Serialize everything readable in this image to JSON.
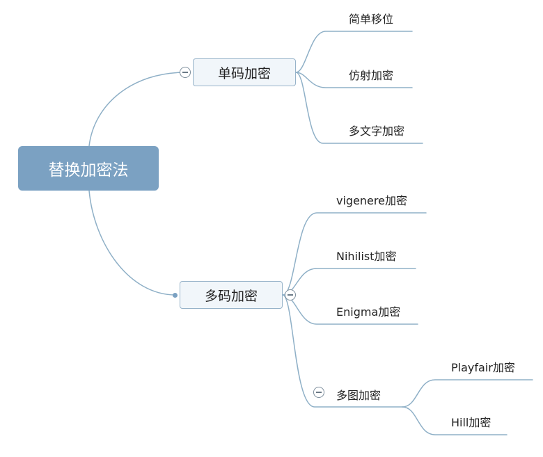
{
  "root": {
    "label": "替换加密法"
  },
  "branches": [
    {
      "label": "单码加密",
      "collapse_icon": "minus-circle-icon",
      "children": [
        {
          "label": "简单移位"
        },
        {
          "label": "仿射加密"
        },
        {
          "label": "多文字加密"
        }
      ]
    },
    {
      "label": "多码加密",
      "collapse_icon": "minus-circle-icon",
      "children": [
        {
          "label": "vigenere加密"
        },
        {
          "label": "Nihilist加密"
        },
        {
          "label": "Enigma加密"
        },
        {
          "label": "多图加密",
          "collapse_icon": "minus-circle-icon",
          "children": [
            {
              "label": "Playfair加密"
            },
            {
              "label": "Hill加密"
            }
          ]
        }
      ]
    }
  ],
  "colors": {
    "root_fill": "#7ba1c2",
    "branch_fill": "#f1f6fa",
    "branch_border": "#97b3c9",
    "connector": "#8fb0c7"
  }
}
